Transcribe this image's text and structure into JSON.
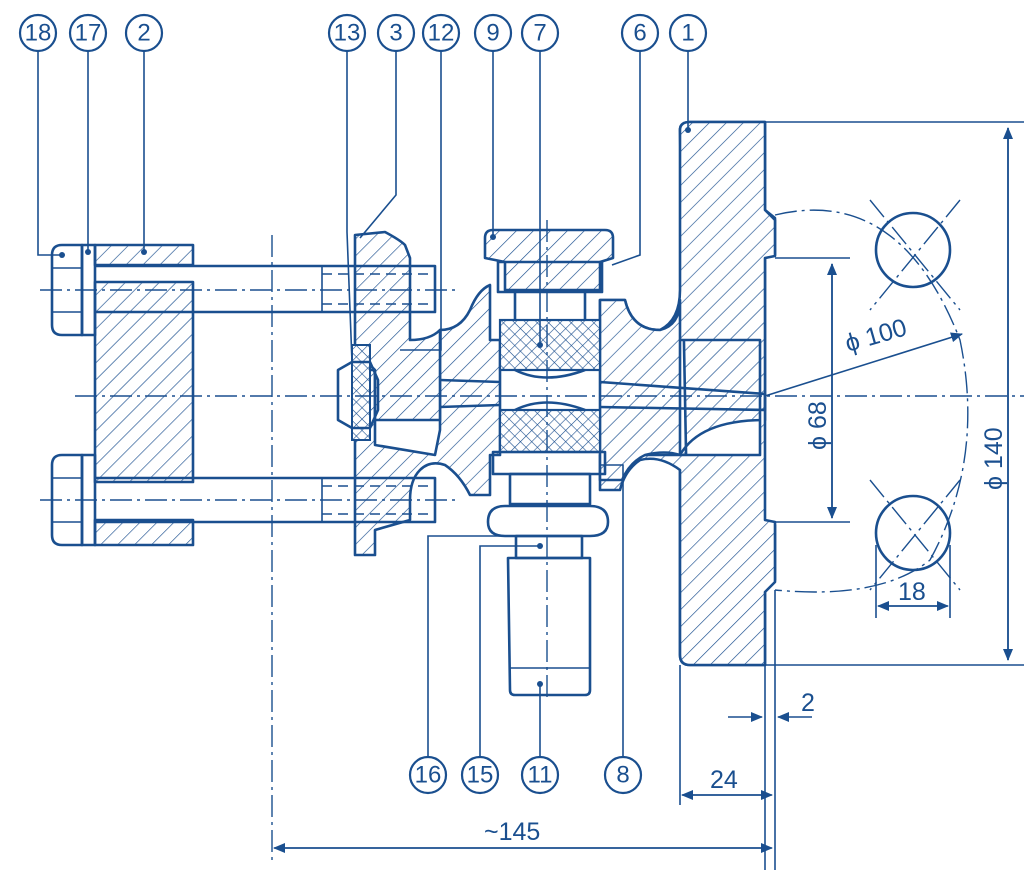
{
  "balloons": {
    "b18": "18",
    "b17": "17",
    "b2": "2",
    "b13": "13",
    "b3": "3",
    "b12": "12",
    "b9": "9",
    "b7": "7",
    "b6": "6",
    "b1": "1",
    "b16": "16",
    "b15": "15",
    "b11": "11",
    "b8": "8"
  },
  "dimensions": {
    "dia100": "ϕ 100",
    "dia68": "ϕ 68",
    "dia140": "ϕ 140",
    "hole18": "18",
    "gap2": "2",
    "flange24": "24",
    "overall145": "~145"
  },
  "colors": {
    "ink": "#1a4f8f",
    "paper": "#ffffff"
  }
}
